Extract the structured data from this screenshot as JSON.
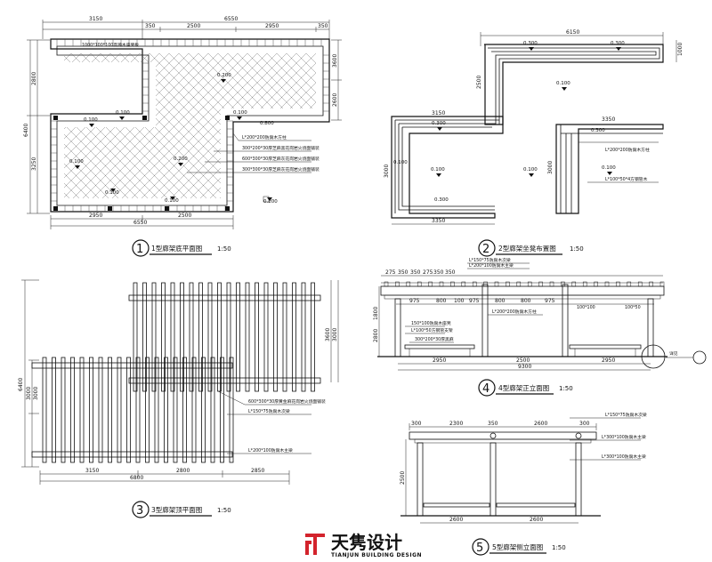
{
  "plan1": {
    "dims_top": [
      "3150",
      "6550",
      "350",
      "2500",
      "2950",
      "350"
    ],
    "dims_left": [
      "2800",
      "6400",
      "3250"
    ],
    "dims_right": [
      "3600",
      "2600"
    ],
    "dims_bottom": [
      "2950",
      "2500",
      "6550"
    ],
    "levels": [
      "0.100",
      "0.100",
      "0.200",
      "0.100",
      "0.200",
      "0.100",
      "0.100",
      "0.100",
      "0.200",
      "0.800"
    ],
    "notes": [
      "1000*100*100高瀚木座凳板",
      "L*200*200防腐木方柱",
      "300*200*30厚芝麻黑花岗岩火烧面铺装",
      "600*300*30厚芝麻灰花岗岩火烧面铺装",
      "300*300*30厚芝麻灰花岗岩火烧面铺装"
    ],
    "title": "1型廊架底平面图",
    "num": "1",
    "scale": "1:50"
  },
  "plan2": {
    "dims_top": [
      "6150"
    ],
    "dims_left": [
      "2500",
      "3000"
    ],
    "dims_mid": [
      "3150",
      "3350"
    ],
    "dims_bottom": [
      "3350"
    ],
    "dims_right": [
      "1000",
      "3000"
    ],
    "levels": [
      "0.300",
      "0.300",
      "0.300",
      "0.100",
      "0.300",
      "0.100",
      "0.100",
      "0.100",
      "0.100",
      "0.300"
    ],
    "notes": [
      "L*200*200防腐木方柱",
      "L*100*50*4方钢管木"
    ],
    "title": "2型廊架坐凳布置图",
    "num": "2",
    "scale": "1:50"
  },
  "plan3": {
    "dims_left": [
      "6400"
    ],
    "dims_left_b": [
      "3000",
      "3000"
    ],
    "dims_right": [
      "3600",
      "3000"
    ],
    "dims_bottom": [
      "3150",
      "2800",
      "2850",
      "6800"
    ],
    "notes": [
      "600*300*30厚黄金麻花岗岩火烧面铺装",
      "L*150*75防腐木次梁",
      "L*200*100防腐木主梁"
    ],
    "title": "3型廊架顶平面图",
    "num": "3",
    "scale": "1:50"
  },
  "elev4": {
    "dims_top_a": [
      "275",
      "350",
      "350",
      "275",
      "350",
      "350"
    ],
    "dims_top_b": [
      "975",
      "800",
      "100",
      "975",
      "800",
      "800",
      "975"
    ],
    "dims_left": [
      "2800",
      "1800"
    ],
    "dims_bottom": [
      "2950",
      "2500",
      "2950"
    ],
    "dims_total": [
      "9300"
    ],
    "labels": [
      "100*100",
      "100*50"
    ],
    "notes": [
      "L*150*75防腐木次梁",
      "L*200*100防腐木主梁",
      "L*200*200防腐木方柱",
      "150*100防腐木座凳",
      "L*100*50方钢管支架",
      "300*200*30厚黑麻"
    ],
    "title": "4型廊架正立面图",
    "num": "4",
    "scale": "1:50",
    "section_label": "详见"
  },
  "elev5": {
    "dims_top": [
      "300",
      "2300",
      "350",
      "2600",
      "300"
    ],
    "dims_left": [
      "2500"
    ],
    "dims_bottom": [
      "2600",
      "2600"
    ],
    "notes": [
      "L*150*75防腐木次梁",
      "L*300*100防腐木主梁",
      "L*300*100防腐木主梁"
    ],
    "title": "5型廊架侧立面图",
    "num": "5",
    "scale": "1:50"
  },
  "logo": {
    "name_cn": "天隽设计",
    "name_en": "TIANJUN BUILDING DESIGN",
    "brand_color": "#d3232c"
  }
}
